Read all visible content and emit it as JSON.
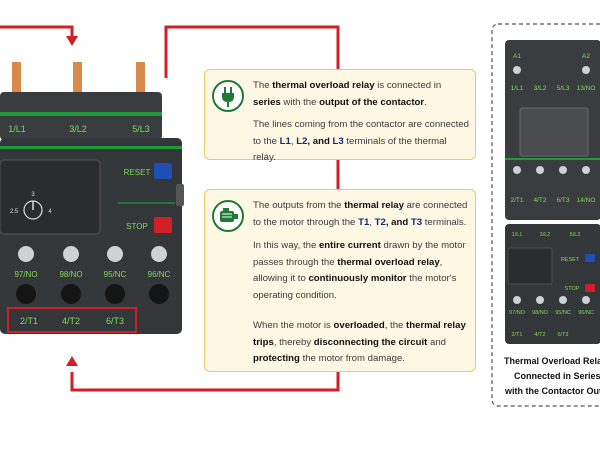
{
  "relay": {
    "top_terminals": [
      "1/L1",
      "3/L2",
      "5/L3"
    ],
    "reset_label": "RESET",
    "stop_label": "STOP",
    "dial_values": [
      "3",
      "2.5",
      "4"
    ],
    "aux_labels": [
      "97/NO",
      "98/NO",
      "95/NC",
      "96/NC"
    ],
    "output_labels": [
      "2/T1",
      "4/T2",
      "6/T3"
    ]
  },
  "note1": {
    "p1": [
      "The ",
      "thermal overload relay",
      " is connected in ",
      "series",
      " with the ",
      "output of the contactor",
      "."
    ],
    "p2": [
      "The lines coming from the contactor are connected to the ",
      "L1",
      ", ",
      "L2",
      ", and ",
      "L3",
      " terminals of the thermal relay."
    ]
  },
  "note2": {
    "p1": [
      "The outputs from the ",
      "thermal relay",
      " are connected to the motor through the ",
      "T1",
      ", ",
      "T2",
      ", and ",
      "T3",
      " terminals."
    ],
    "p2": [
      "In this way, the ",
      "entire current",
      " drawn by the motor passes through the ",
      "thermal overload relay",
      ", allowing it to ",
      "continuously monitor",
      " the motor's operating condition."
    ],
    "p3": [
      "When the motor is ",
      "overloaded",
      ", the ",
      "thermal relay trips",
      ", thereby ",
      "disconnecting the circuit",
      " and ",
      "protecting",
      " the motor from damage."
    ]
  },
  "contactor": {
    "top_labels": [
      "A1",
      "A2"
    ],
    "l_labels": [
      "1/L1",
      "3/L2",
      "5/L3",
      "13/NO"
    ],
    "t_labels": [
      "2/T1",
      "4/T2",
      "6/T3",
      "14/NO"
    ]
  },
  "mini_relay": {
    "top_labels": [
      "1/L1",
      "3/L2",
      "5/L3"
    ],
    "reset_label": "RESET",
    "stop_label": "STOP",
    "aux_labels": [
      "97/NO",
      "98/NO",
      "95/NC",
      "96/NC"
    ],
    "output_labels": [
      "2/T1",
      "4/T2",
      "6/T3"
    ]
  },
  "caption": {
    "line1": "Thermal Overload Relay",
    "line2": "Connected in Series",
    "line3": "with the Contactor Output"
  },
  "colors": {
    "wire": "#d21f26",
    "body": "#3a3d40",
    "accent_green": "#1e9a3c",
    "label_green": "#7ed957",
    "note_bg": "#fdf7e3",
    "note_border": "#efc766",
    "emphasis_blue": "#0d2d7a",
    "reset_blue": "#1f4fb4",
    "stop_red": "#d21f26"
  },
  "icons": [
    "plug-icon",
    "motor-icon",
    "warning-icon"
  ]
}
